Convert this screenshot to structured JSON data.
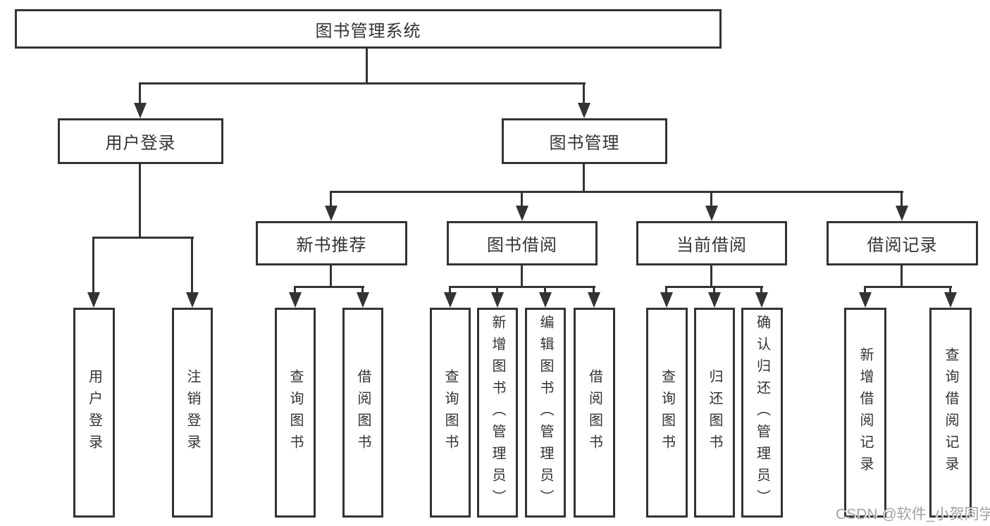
{
  "tree": {
    "root": {
      "label": "图书管理系统",
      "children": [
        {
          "label": "用户登录",
          "children": [
            {
              "label": "用户登录"
            },
            {
              "label": "注销登录"
            }
          ]
        },
        {
          "label": "图书管理",
          "children": [
            {
              "label": "新书推荐",
              "children": [
                {
                  "label": "查询图书"
                },
                {
                  "label": "借阅图书"
                }
              ]
            },
            {
              "label": "图书借阅",
              "children": [
                {
                  "label": "查询图书"
                },
                {
                  "label": "新增图书（管理员）"
                },
                {
                  "label": "编辑图书（管理员）"
                },
                {
                  "label": "借阅图书"
                }
              ]
            },
            {
              "label": "当前借阅",
              "children": [
                {
                  "label": "查询图书"
                },
                {
                  "label": "归还图书"
                },
                {
                  "label": "确认归还（管理员）"
                }
              ]
            },
            {
              "label": "借阅记录",
              "children": [
                {
                  "label": "新增借阅记录"
                },
                {
                  "label": "查询借阅记录"
                }
              ]
            }
          ]
        }
      ]
    }
  },
  "watermark": {
    "text": "CSDN @软件_小贺同学"
  },
  "colors": {
    "line": "#333333",
    "text": "#333333",
    "box_background": "#ffffff",
    "page_background": "#ffffff",
    "watermark": "#a3a3a3"
  }
}
